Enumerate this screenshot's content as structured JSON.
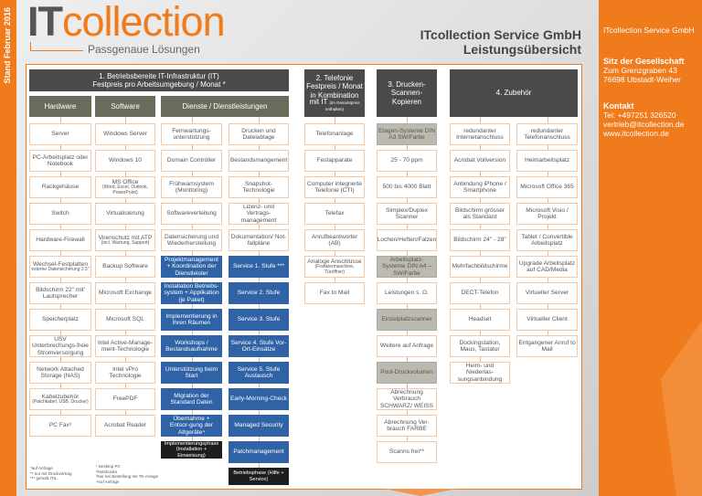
{
  "stand": "Stand Februar 2016",
  "logo": {
    "it": "IT",
    "collection": "collection",
    "claim": "Passgenaue Lösungen"
  },
  "title": {
    "line1": "ITcollection Service GmbH",
    "line2": "Leistungsübersicht"
  },
  "sidebar": {
    "company": "ITcollection Service GmbH",
    "seat_label": "Sitz der Gesellschaft",
    "street": "Zum Grenzgraben 43",
    "city": "76698 Ubstadt-Weiher",
    "contact_label": "Kontakt",
    "tel": "Tel: +497251 326520",
    "email": "vertrieb@itcollection.de",
    "web": "www.itcollection.de"
  },
  "headers": {
    "it": {
      "line1": "1. Betriebsbereite IT-Infrastruktur (IT)",
      "line2": "Festpreis pro Arbeitsumgebung / Monat *"
    },
    "hardware": "Hardware",
    "software": "Software",
    "dienste": "Dienste / Dienstleistungen",
    "telefonie": {
      "line1": "2. Telefonie",
      "line2": "Festpreis / Monat",
      "line3": "in Kombination",
      "line4": "mit IT",
      "small": "(im Gesamtpreis enthalten)"
    },
    "drucken": {
      "line1": "3. Drucken-",
      "line2": "Scannen-",
      "line3": "Kopieren"
    },
    "zubehoer": "4. Zubehör"
  },
  "colors": {
    "orange": "#f07b1c",
    "blue": "#2f63a6",
    "dark": "#4a4a4a",
    "gray": "#bcb9ae"
  },
  "columns": [
    {
      "name": "hardware",
      "items": [
        {
          "t": "Server"
        },
        {
          "t": "PC-Arbeitsplatz oder Notebook"
        },
        {
          "t": "Rackgehäuse"
        },
        {
          "t": "Switch"
        },
        {
          "t": "Hardware-Firewall"
        },
        {
          "t": "Wechsel-Festplatten",
          "s": "externe Datensicherung 2.5\""
        },
        {
          "t": "Bildschirm 22\" mit' Lautsprecher"
        },
        {
          "t": "Speicherplatz"
        },
        {
          "t": "USV Unterbrechungs-freie Stromversorgung"
        },
        {
          "t": "Network Attached Storage (NAS)"
        },
        {
          "t": "Kabelzubehör",
          "s": "(Patchkabel, USB, Drucker)"
        },
        {
          "t": "PC Fax³"
        }
      ]
    },
    {
      "name": "software",
      "items": [
        {
          "t": "Windows Server"
        },
        {
          "t": "Windows 10"
        },
        {
          "t": "MS Office",
          "s": "(Word, Excel, Outlook, PowerPoint)"
        },
        {
          "t": "Virtualisierung"
        },
        {
          "t": "Virenschutz mit ATP",
          "s": "(incl. Wartung, Support)"
        },
        {
          "t": "Backup Software"
        },
        {
          "t": "Microsoft Exchange"
        },
        {
          "t": "Microsoft SQL"
        },
        {
          "t": "Intel Active-Manage-ment-Technologie"
        },
        {
          "t": "Intel vPro Technologie"
        },
        {
          "t": "FreePDF"
        },
        {
          "t": "Acrobat Reader"
        }
      ]
    },
    {
      "name": "dienste-1",
      "items": [
        {
          "t": "Fernwartungs-unterstützung"
        },
        {
          "t": "Domain Controller"
        },
        {
          "t": "Frühwarnsystem (Monitoring)"
        },
        {
          "t": "Softwareverteilung"
        },
        {
          "t": "Datensicherung und Wiederherstellung"
        },
        {
          "t": "Projektmanagement + Koordination der Dienstleister",
          "st": "b"
        },
        {
          "t": "Installation Betriebs-system + Applikation (je Paket)",
          "st": "b"
        },
        {
          "t": "Implementierung in Ihren Räumen",
          "st": "b"
        },
        {
          "t": "Workshops / Bestandsaufnahme",
          "st": "b"
        },
        {
          "t": "Unterstützung beim Start",
          "st": "b"
        },
        {
          "t": "Migration der Standard Daten",
          "st": "b"
        },
        {
          "t": "Übernahme + Entsor-gung der Altgeräte⁴",
          "st": "b"
        },
        {
          "t": "Implementierungsphase (Installation + Einweisung)",
          "st": "k"
        }
      ]
    },
    {
      "name": "dienste-2",
      "items": [
        {
          "t": "Drucken und Dateiablage"
        },
        {
          "t": "Bestandsmangement"
        },
        {
          "t": "Snapshot-Technologie"
        },
        {
          "t": "Lizenz- und Vertrags-management"
        },
        {
          "t": "Dokumentation/ Not-fallpläne"
        },
        {
          "t": "Service 1. Stufe ***",
          "st": "b"
        },
        {
          "t": "Service 2. Stufe",
          "st": "b"
        },
        {
          "t": "Service 3. Stufe",
          "st": "b"
        },
        {
          "t": "Service 4. Stufe Vor-Ort-Einsätze",
          "st": "b"
        },
        {
          "t": "Service 5. Stufe Austausch",
          "st": "b"
        },
        {
          "t": "Early-Morning-Check",
          "st": "b"
        },
        {
          "t": "Managed Security",
          "st": "b"
        },
        {
          "t": "Patchmanagement",
          "st": "b"
        },
        {
          "t": "Betriebsphase (Hilfe + Service)",
          "st": "k"
        }
      ]
    },
    {
      "name": "telefonie",
      "items": [
        {
          "t": "Telefonanlage"
        },
        {
          "t": "Festapparate"
        },
        {
          "t": "Computer integrierte Telefonie (CTI)"
        },
        {
          "t": "Telefax"
        },
        {
          "t": "Anrufbeantworter (AB)"
        },
        {
          "t": "Analoge Anschlüsse",
          "s": "(Frankiermaschine, Türöffner)"
        },
        {
          "t": "Fax to Mail"
        }
      ]
    },
    {
      "name": "drucken",
      "items": [
        {
          "t": "Etagen-Systeme DIN A3 SW/Farbe",
          "st": "g"
        },
        {
          "t": "25 - 70 ppm"
        },
        {
          "t": "500 bis 4000 Blatt"
        },
        {
          "t": "Simplex/Duplex Scanner"
        },
        {
          "t": "Lochen/Heften/Falzen"
        },
        {
          "t": "Arbeitsplatz-Systeme DIN A4 – SW/Farbe",
          "st": "g"
        },
        {
          "t": "Leistungen s. O."
        },
        {
          "t": "Einzelplatzscanner",
          "st": "g"
        },
        {
          "t": "Weitere auf Anfrage"
        },
        {
          "t": "Pool-Druckvolumen",
          "st": "g"
        },
        {
          "t": "Abrechnung Verbrauch SCHWARZ/ WEISS"
        },
        {
          "t": "Abrechnung Ver-brauch FARBE"
        },
        {
          "t": "Scanns frei**"
        }
      ]
    },
    {
      "name": "zubehoer-1",
      "items": [
        {
          "t": "redundanter Internetanschluss"
        },
        {
          "t": "Acrobat Vollversion"
        },
        {
          "t": "Anbindung iPhone / Smartphone"
        },
        {
          "t": "Bildschirm grösser als Standard"
        },
        {
          "t": "Bildschirm 24\" - 28\""
        },
        {
          "t": "Mehrfachbildschirme"
        },
        {
          "t": "DECT-Telefon"
        },
        {
          "t": "Headset"
        },
        {
          "t": "Dockingstation, Maus, Tastatur"
        },
        {
          "t": "Heim- und Niederlas-sungsanbindung"
        }
      ]
    },
    {
      "name": "zubehoer-2",
      "items": [
        {
          "t": "redundanter Telefonanschluss"
        },
        {
          "t": "Heimarbeitsplatz"
        },
        {
          "t": "Microsoft Office 365"
        },
        {
          "t": "Microsoft Visio / Projekt"
        },
        {
          "t": "Tablet / Convertible Arbeitsplatz"
        },
        {
          "t": "Upgrade Arbeitsplatz auf CAD/Media"
        },
        {
          "t": "Virtueller Server"
        },
        {
          "t": "Virtueller Client"
        },
        {
          "t": "Entgangener Anruf to Mail"
        }
      ]
    }
  ],
  "footnotes_left": [
    "*auf Anfrage",
    "** nur mit Druckvertrag",
    "*** gemäß ITIL"
  ],
  "footnotes_right": [
    "¹ Desktop PC",
    "²Notebooks",
    "³Nur bei Bestellung mit TK-Anlage",
    "⁴Auf Anfrage"
  ]
}
